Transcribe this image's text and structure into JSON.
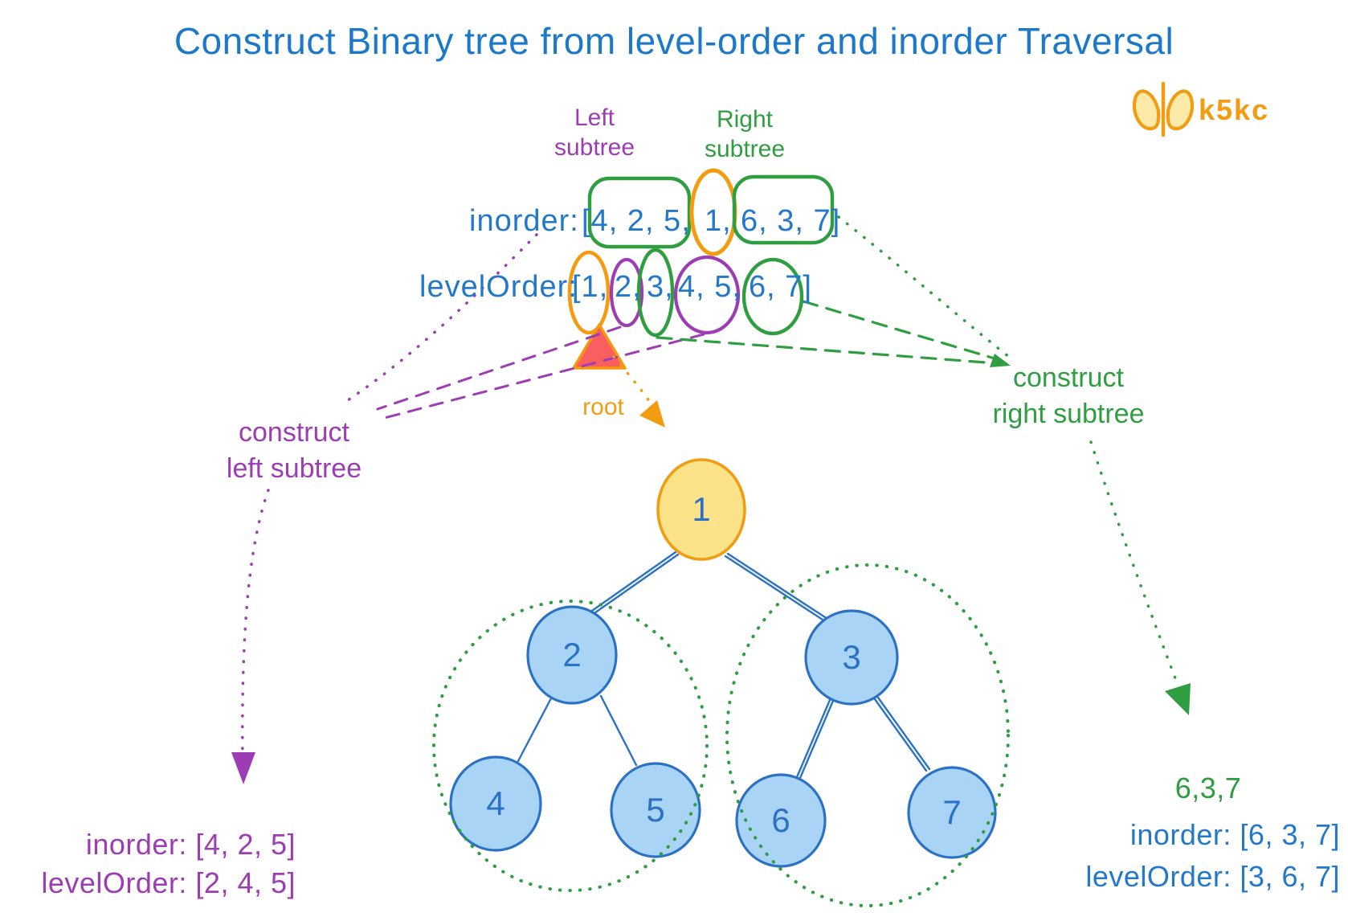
{
  "title": "Construct Binary tree from level-order and inorder Traversal",
  "brand": {
    "name": "k5kc"
  },
  "colors": {
    "title_blue": "#1c79c9",
    "text_blue": "#2478ca",
    "purple": "#9d3db3",
    "green": "#2f9e41",
    "orange": "#f39c12",
    "node_fill": "#a9d4f5",
    "node_stroke": "#2b72c4",
    "root_node_fill": "#fce289",
    "root_node_stroke": "#f09d13",
    "root_marker_red": "#fa5f5f"
  },
  "subtree_labels": {
    "left": {
      "line1": "Left",
      "line2": "subtree"
    },
    "right": {
      "line1": "Right",
      "line2": "subtree"
    }
  },
  "inorder": {
    "label": "inorder:",
    "left_part": "[4, 2, 5,",
    "root_part": "1,",
    "right_part": "6, 3, 7]"
  },
  "levelorder": {
    "label": "levelOrder:",
    "root_part": "[1,",
    "left_root_part": "2,",
    "right_root_part": "3,",
    "left_rest_part": "4, 5,",
    "right_rest_part": "6, 7]"
  },
  "root_label": "root",
  "construct_left": {
    "line1": "construct",
    "line2": "left subtree"
  },
  "construct_right": {
    "line1": "construct",
    "line2": "right subtree"
  },
  "tree": {
    "nodes": [
      {
        "value": "1"
      },
      {
        "value": "2"
      },
      {
        "value": "3"
      },
      {
        "value": "4"
      },
      {
        "value": "5"
      },
      {
        "value": "6"
      },
      {
        "value": "7"
      }
    ]
  },
  "left_result": {
    "inorder": "inorder: [4, 2, 5]",
    "levelorder": "levelOrder: [2, 4, 5]"
  },
  "right_result": {
    "heading": "6,3,7",
    "inorder": "inorder: [6, 3, 7]",
    "levelorder": "levelOrder: [3, 6, 7]"
  }
}
